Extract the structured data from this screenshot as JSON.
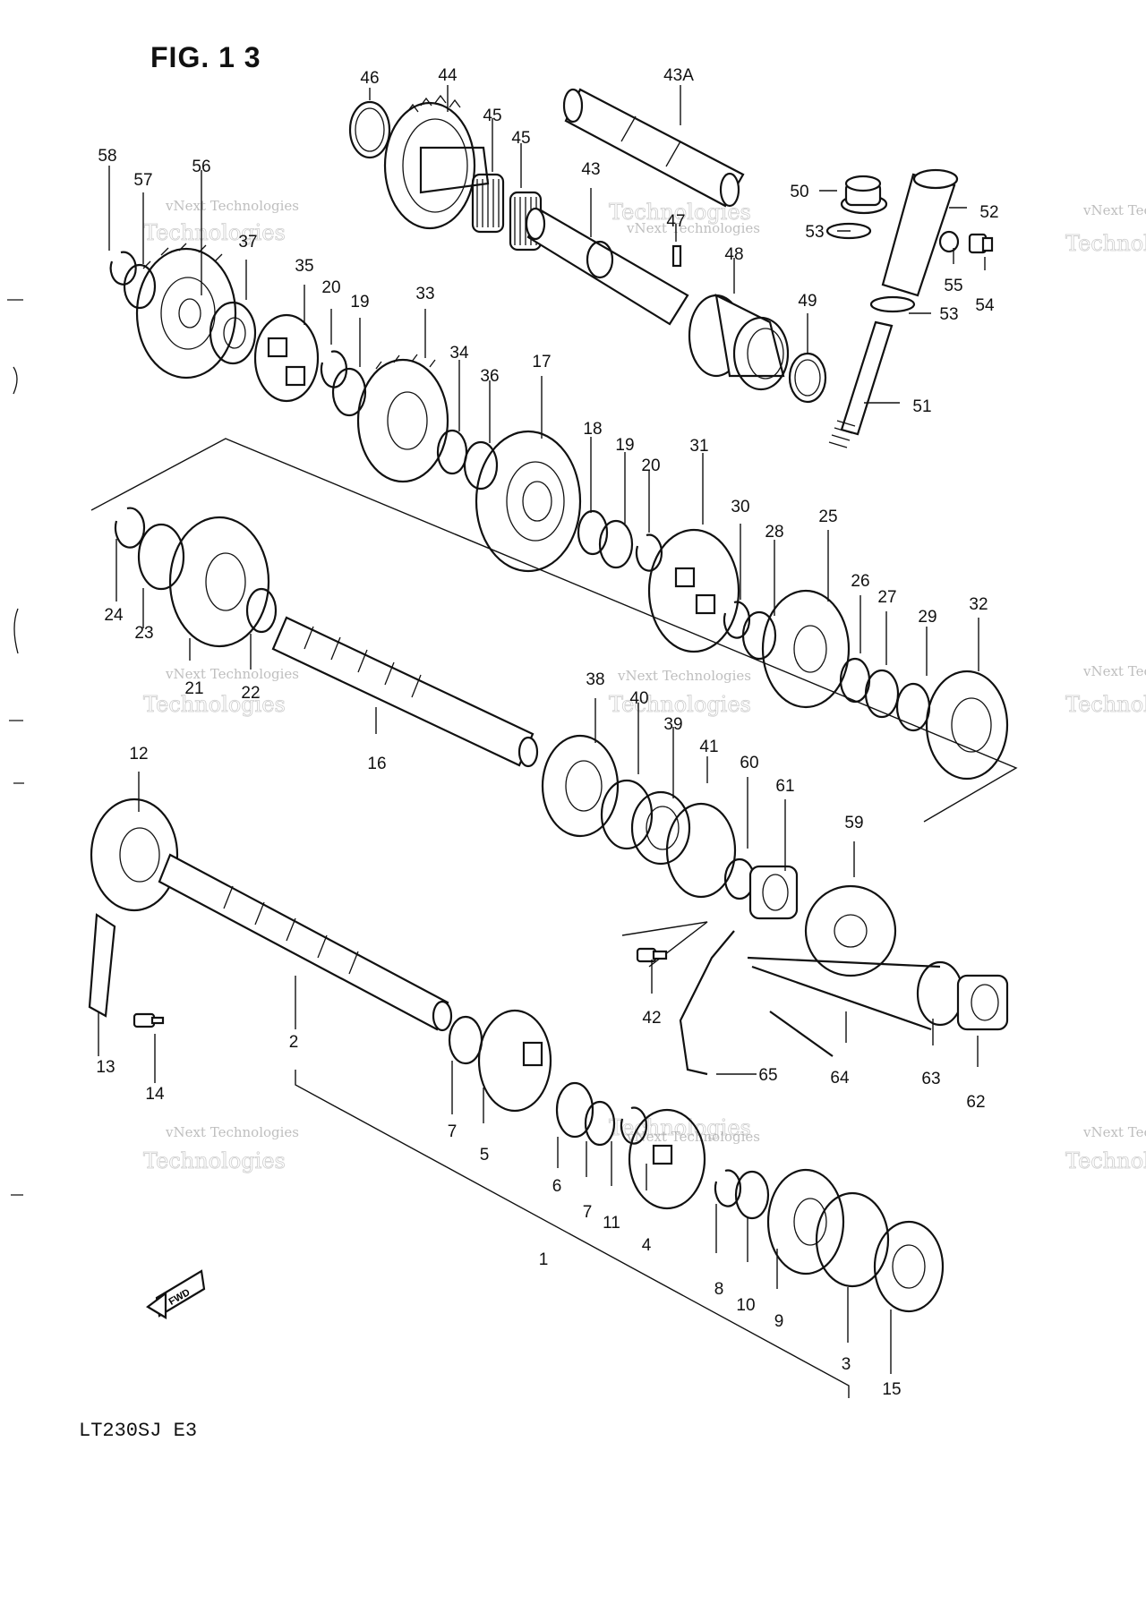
{
  "figure": {
    "title": "FIG. 1 3",
    "model_code": "LT230SJ E3"
  },
  "watermark": {
    "line1": "vNext Technologies",
    "line2": "Technologies"
  },
  "direction_arrow": {
    "label": "FWD"
  },
  "callouts": [
    {
      "id": "46",
      "label": "46"
    },
    {
      "id": "44",
      "label": "44"
    },
    {
      "id": "43A",
      "label": "43A"
    },
    {
      "id": "45a",
      "label": "45"
    },
    {
      "id": "45b",
      "label": "45"
    },
    {
      "id": "43",
      "label": "43"
    },
    {
      "id": "47",
      "label": "47"
    },
    {
      "id": "48",
      "label": "48"
    },
    {
      "id": "50",
      "label": "50"
    },
    {
      "id": "53a",
      "label": "53"
    },
    {
      "id": "52",
      "label": "52"
    },
    {
      "id": "55",
      "label": "55"
    },
    {
      "id": "54",
      "label": "54"
    },
    {
      "id": "53b",
      "label": "53"
    },
    {
      "id": "49",
      "label": "49"
    },
    {
      "id": "51",
      "label": "51"
    },
    {
      "id": "58",
      "label": "58"
    },
    {
      "id": "57",
      "label": "57"
    },
    {
      "id": "56",
      "label": "56"
    },
    {
      "id": "37",
      "label": "37"
    },
    {
      "id": "35",
      "label": "35"
    },
    {
      "id": "20a",
      "label": "20"
    },
    {
      "id": "19a",
      "label": "19"
    },
    {
      "id": "33",
      "label": "33"
    },
    {
      "id": "34",
      "label": "34"
    },
    {
      "id": "36",
      "label": "36"
    },
    {
      "id": "17",
      "label": "17"
    },
    {
      "id": "18",
      "label": "18"
    },
    {
      "id": "19b",
      "label": "19"
    },
    {
      "id": "20b",
      "label": "20"
    },
    {
      "id": "31",
      "label": "31"
    },
    {
      "id": "30",
      "label": "30"
    },
    {
      "id": "28",
      "label": "28"
    },
    {
      "id": "25",
      "label": "25"
    },
    {
      "id": "26",
      "label": "26"
    },
    {
      "id": "27",
      "label": "27"
    },
    {
      "id": "29",
      "label": "29"
    },
    {
      "id": "32",
      "label": "32"
    },
    {
      "id": "24",
      "label": "24"
    },
    {
      "id": "23",
      "label": "23"
    },
    {
      "id": "21",
      "label": "21"
    },
    {
      "id": "22",
      "label": "22"
    },
    {
      "id": "16",
      "label": "16"
    },
    {
      "id": "38",
      "label": "38"
    },
    {
      "id": "40",
      "label": "40"
    },
    {
      "id": "39",
      "label": "39"
    },
    {
      "id": "41",
      "label": "41"
    },
    {
      "id": "60",
      "label": "60"
    },
    {
      "id": "61",
      "label": "61"
    },
    {
      "id": "59",
      "label": "59"
    },
    {
      "id": "12",
      "label": "12"
    },
    {
      "id": "13",
      "label": "13"
    },
    {
      "id": "14",
      "label": "14"
    },
    {
      "id": "2",
      "label": "2"
    },
    {
      "id": "42",
      "label": "42"
    },
    {
      "id": "65",
      "label": "65"
    },
    {
      "id": "64",
      "label": "64"
    },
    {
      "id": "63",
      "label": "63"
    },
    {
      "id": "62",
      "label": "62"
    },
    {
      "id": "7a",
      "label": "7"
    },
    {
      "id": "5",
      "label": "5"
    },
    {
      "id": "6",
      "label": "6"
    },
    {
      "id": "7b",
      "label": "7"
    },
    {
      "id": "11",
      "label": "11"
    },
    {
      "id": "4",
      "label": "4"
    },
    {
      "id": "8",
      "label": "8"
    },
    {
      "id": "10",
      "label": "10"
    },
    {
      "id": "9",
      "label": "9"
    },
    {
      "id": "3",
      "label": "3"
    },
    {
      "id": "15",
      "label": "15"
    },
    {
      "id": "1",
      "label": "1"
    }
  ]
}
